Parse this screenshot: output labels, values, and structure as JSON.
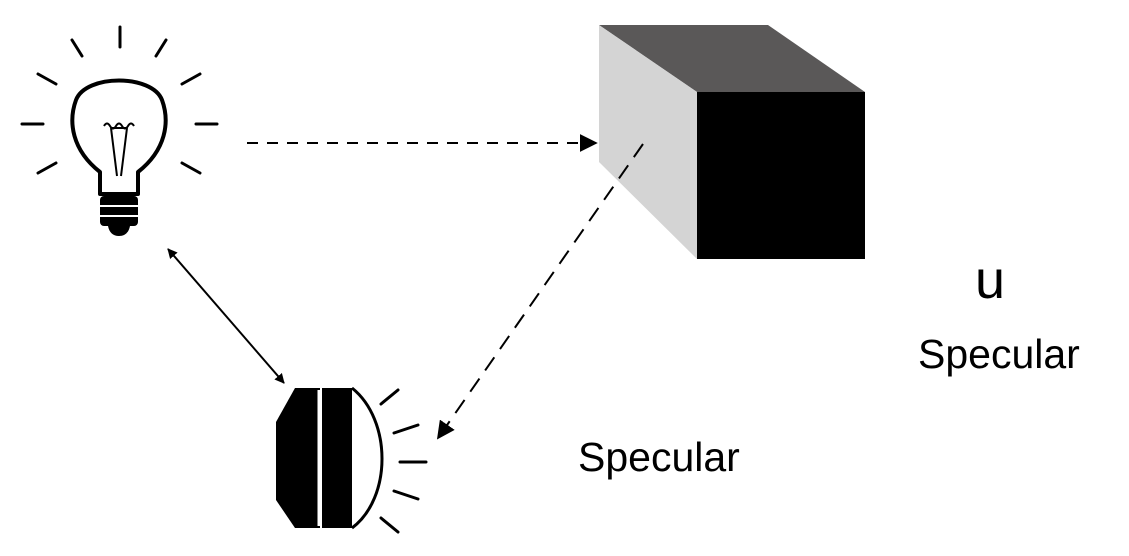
{
  "labels": {
    "cube_symbol": "u",
    "cube_caption": "Specular",
    "camera_caption": "Specular"
  },
  "icons": {
    "light_source": "light-bulb-icon",
    "object": "cube-icon",
    "viewer": "camera-lens-icon"
  },
  "colors": {
    "ink": "#000000",
    "cube_top": "#5a5858",
    "cube_side": "#d4d4d4",
    "cube_front": "#000000"
  }
}
